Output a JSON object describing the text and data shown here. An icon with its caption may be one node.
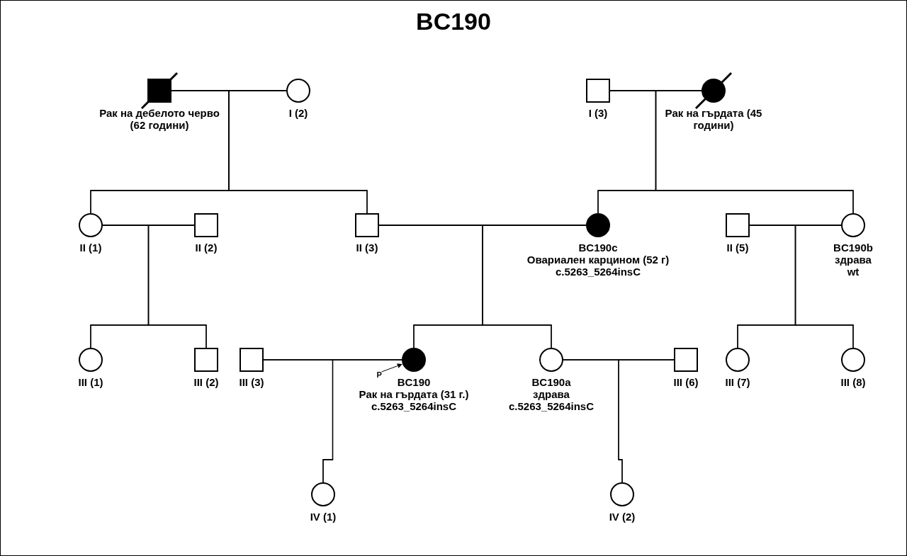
{
  "diagram": {
    "title": "BC190",
    "nodes": [
      {
        "text": [
          "Рак на дебелото черво (62 години)"
        ]
      },
      {
        "text": [
          "I (2)"
        ]
      },
      {
        "text": [
          "I (3)"
        ]
      },
      {
        "text": [
          "Рак на гърдата (45 години)"
        ]
      },
      {
        "text": [
          "II (1)"
        ]
      },
      {
        "text": [
          "II (2)"
        ]
      },
      {
        "text": [
          "II (3)"
        ]
      },
      {
        "text": [
          "BC190c",
          "Овариален карцином (52 г)",
          "c.5263_5264insC"
        ]
      },
      {
        "text": [
          "II (5)"
        ]
      },
      {
        "text": [
          "BC190b",
          "здрава",
          "wt"
        ]
      },
      {
        "text": [
          "III (1)"
        ]
      },
      {
        "text": [
          "III (2)"
        ]
      },
      {
        "text": [
          "III (3)"
        ]
      },
      {
        "text": [
          "P"
        ]
      },
      {
        "text": [
          "BC190",
          "Рак на гърдата (31 г.)",
          "c.5263_5264insC"
        ]
      },
      {
        "text": [
          "BC190a",
          "здрава",
          "c.5263_5264insC"
        ]
      },
      {
        "text": [
          "III (6)"
        ]
      },
      {
        "text": [
          "III (7)"
        ]
      },
      {
        "text": [
          "III (8)"
        ]
      },
      {
        "text": [
          "IV (1)"
        ]
      },
      {
        "text": [
          "IV (2)"
        ]
      }
    ],
    "edges": [
      {
        "from": 0,
        "to": 1,
        "arrow": "none"
      },
      {
        "from": 2,
        "to": 3,
        "arrow": "none"
      },
      {
        "from": 0,
        "to": 4,
        "arrow": "none"
      },
      {
        "from": 1,
        "to": 4,
        "arrow": "none"
      },
      {
        "from": 0,
        "to": 6,
        "arrow": "none"
      },
      {
        "from": 1,
        "to": 6,
        "arrow": "none"
      },
      {
        "from": 2,
        "to": 7,
        "arrow": "none"
      },
      {
        "from": 3,
        "to": 7,
        "arrow": "none"
      },
      {
        "from": 2,
        "to": 9,
        "arrow": "none"
      },
      {
        "from": 3,
        "to": 9,
        "arrow": "none"
      },
      {
        "from": 4,
        "to": 5,
        "arrow": "none"
      },
      {
        "from": 6,
        "to": 7,
        "arrow": "none"
      },
      {
        "from": 8,
        "to": 9,
        "arrow": "none"
      },
      {
        "from": 4,
        "to": 10,
        "arrow": "none"
      },
      {
        "from": 5,
        "to": 10,
        "arrow": "none"
      },
      {
        "from": 4,
        "to": 11,
        "arrow": "none"
      },
      {
        "from": 5,
        "to": 11,
        "arrow": "none"
      },
      {
        "from": 6,
        "to": 14,
        "arrow": "none"
      },
      {
        "from": 7,
        "to": 14,
        "arrow": "none"
      },
      {
        "from": 6,
        "to": 15,
        "arrow": "none"
      },
      {
        "from": 7,
        "to": 15,
        "arrow": "none"
      },
      {
        "from": 8,
        "to": 17,
        "arrow": "none"
      },
      {
        "from": 9,
        "to": 17,
        "arrow": "none"
      },
      {
        "from": 8,
        "to": 18,
        "arrow": "none"
      },
      {
        "from": 9,
        "to": 18,
        "arrow": "none"
      },
      {
        "from": 12,
        "to": 14,
        "arrow": "none"
      },
      {
        "from": 15,
        "to": 16,
        "arrow": "none"
      },
      {
        "from": 13,
        "to": 14,
        "arrow": "to"
      },
      {
        "from": 12,
        "to": 19,
        "arrow": "none"
      },
      {
        "from": 14,
        "to": 19,
        "arrow": "none"
      },
      {
        "from": 15,
        "to": 20,
        "arrow": "none"
      },
      {
        "from": 16,
        "to": 20,
        "arrow": "none"
      }
    ]
  }
}
